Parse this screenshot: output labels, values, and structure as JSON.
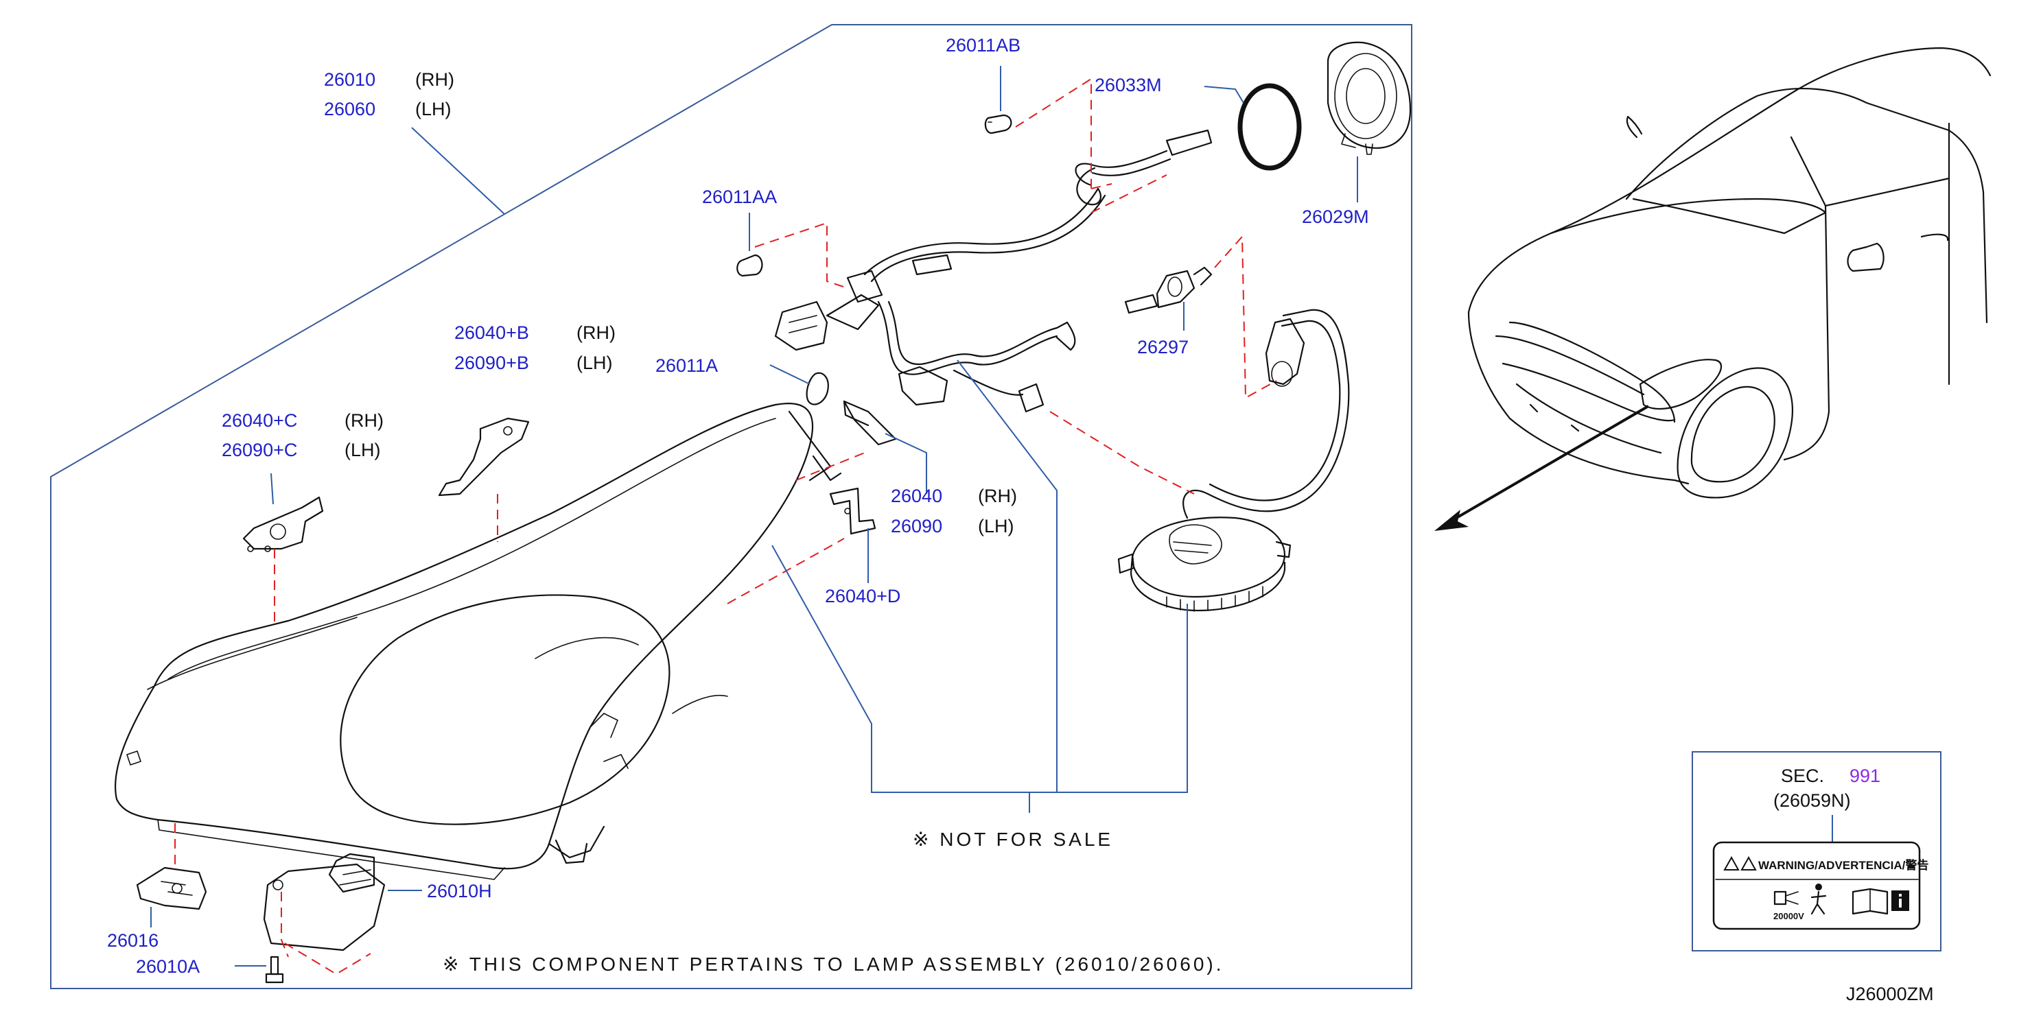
{
  "diagram_id": "J26000ZM",
  "labels": {
    "p26010": "26010",
    "p26010_side": "(RH)",
    "p26060": "26060",
    "p26060_side": "(LH)",
    "p26011AB": "26011AB",
    "p26033M": "26033M",
    "p26029M": "26029M",
    "p26011AA": "26011AA",
    "p26297": "26297",
    "p26040B": "26040+B",
    "p26040B_side": "(RH)",
    "p26090B": "26090+B",
    "p26090B_side": "(LH)",
    "p26011A": "26011A",
    "p26040C": "26040+C",
    "p26040C_side": "(RH)",
    "p26090C": "26090+C",
    "p26090C_side": "(LH)",
    "p26040": "26040",
    "p26040_side": "(RH)",
    "p26090": "26090",
    "p26090_side": "(LH)",
    "p26040D": "26040+D",
    "p26010H": "26010H",
    "p26016": "26016",
    "p26010A": "26010A"
  },
  "notes": {
    "not_for_sale": "※ NOT  FOR  SALE",
    "component": "※ THIS  COMPONENT  PERTAINS  TO  LAMP  ASSEMBLY  (26010/26060)."
  },
  "sec_box": {
    "sec_label": "SEC.",
    "sec_number": "991",
    "part": "(26059N)",
    "warning_text": "WARNING/ADVERTENCIA/警告",
    "voltage": "20000V"
  },
  "colors": {
    "part_number": "#2020c8",
    "sec_number": "#8a2ce0",
    "leader": "#2f5da8",
    "dashed": "#e02020",
    "ink": "#111111"
  }
}
